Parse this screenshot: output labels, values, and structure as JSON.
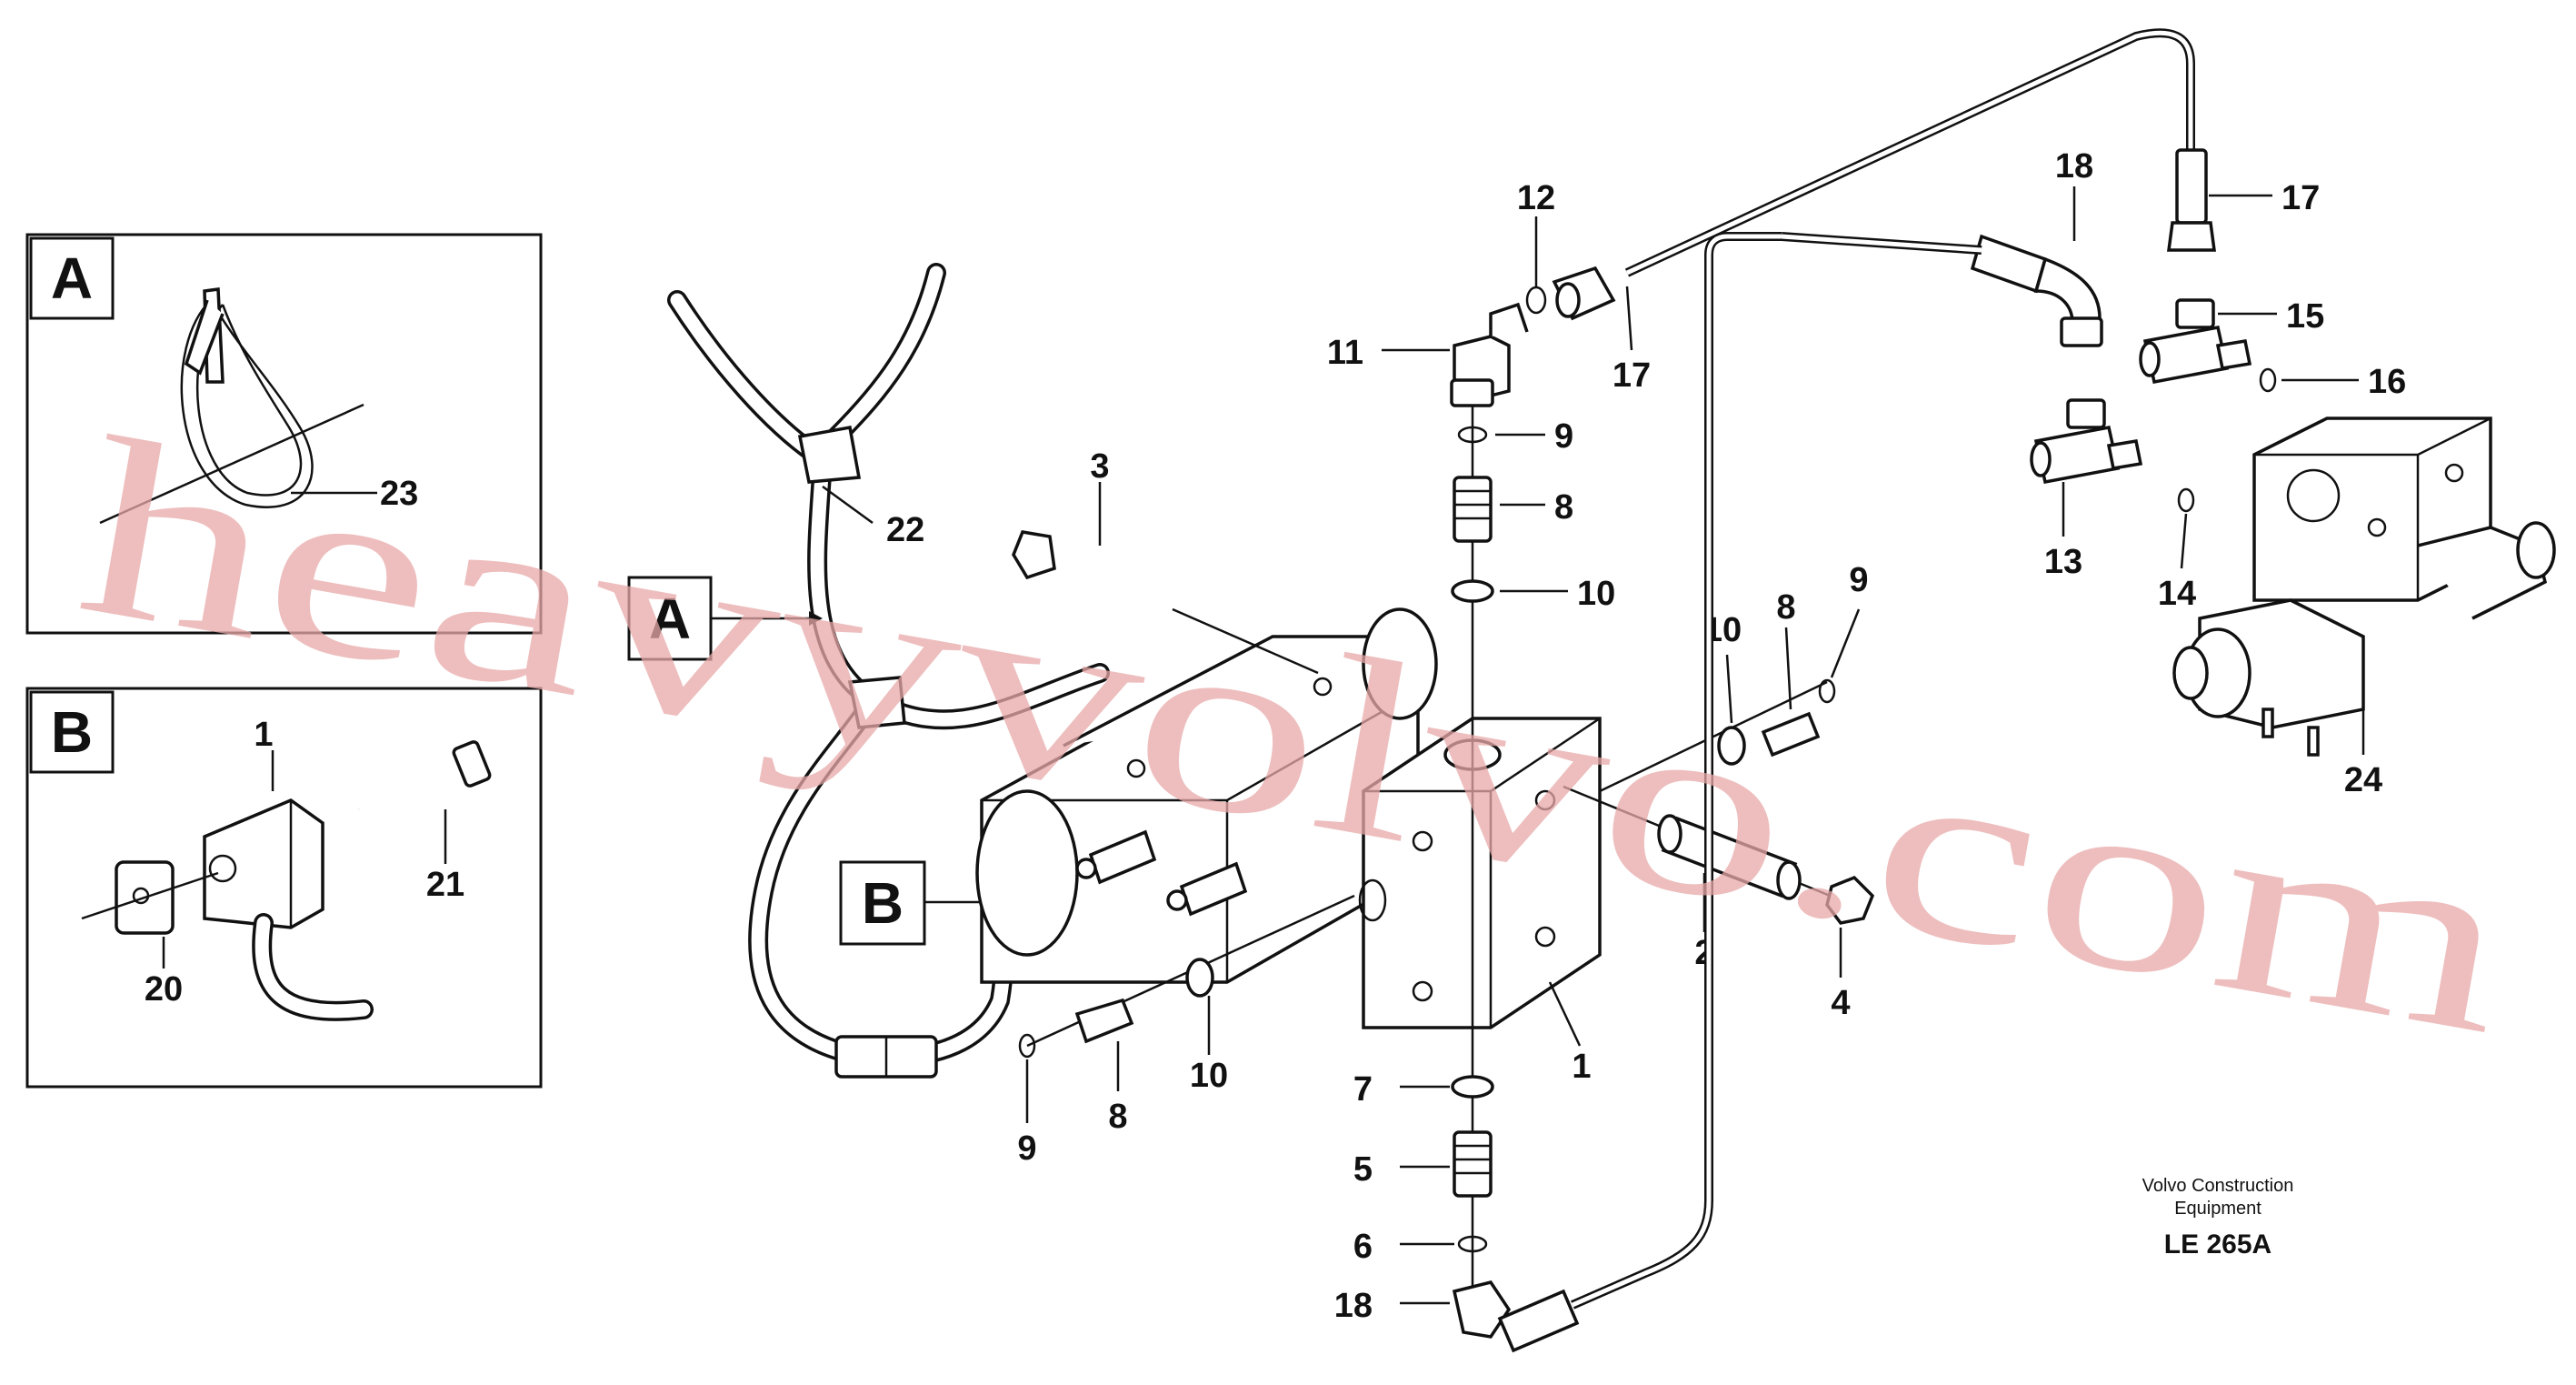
{
  "detail_a": {
    "letter": "A",
    "callouts": [
      "23"
    ]
  },
  "detail_b": {
    "letter": "B",
    "callouts": [
      "1",
      "21",
      "20"
    ]
  },
  "main_refs": {
    "a": "A",
    "b": "B"
  },
  "callouts": {
    "c22": "22",
    "c3": "3",
    "c12": "12",
    "c11": "11",
    "c17a": "17",
    "c9a": "9",
    "c8a": "8",
    "c10a": "10",
    "c10b": "10",
    "c8b": "8",
    "c9b": "9",
    "c2": "2",
    "c4": "4",
    "c1": "1",
    "c7": "7",
    "c5": "5",
    "c6": "6",
    "c18b": "18",
    "c9c": "9",
    "c8c": "8",
    "c10c": "10",
    "c18a": "18",
    "c17b": "17",
    "c15": "15",
    "c16": "16",
    "c13": "13",
    "c14": "14",
    "c24": "24"
  },
  "footer": {
    "brand_line1": "Volvo Construction",
    "brand_line2": "Equipment",
    "code": "LE 265A"
  },
  "watermark": "heavyvolvo.com",
  "colors": {
    "line": "#111111",
    "watermark": "#e8a8a8",
    "background": "#ffffff"
  }
}
